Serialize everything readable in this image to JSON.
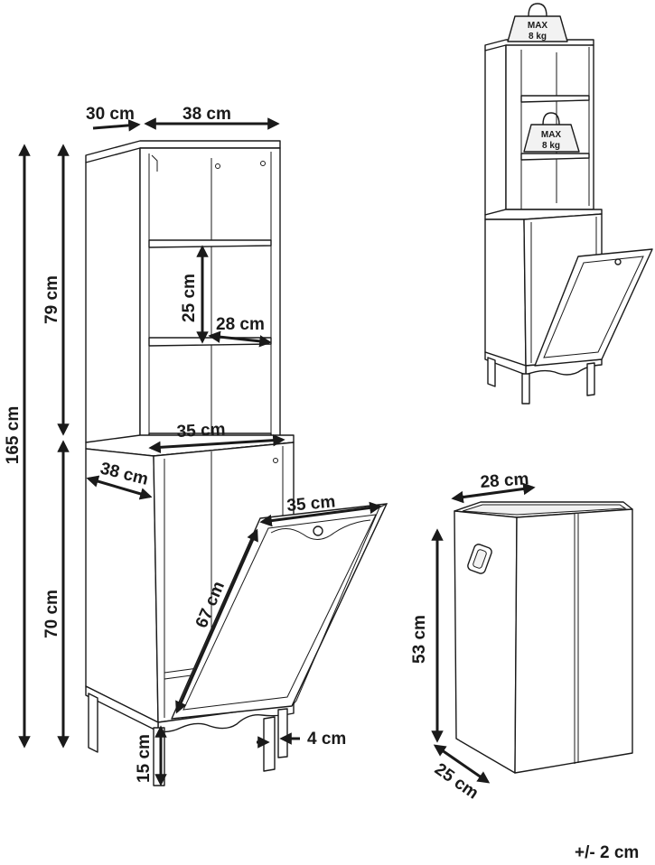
{
  "labels": {
    "depth_top": "30 cm",
    "width_top": "38 cm",
    "total_height": "165 cm",
    "upper_height": "79 cm",
    "shelf_gap": "25 cm",
    "shelf_depth": "28 cm",
    "inner_width": "35 cm",
    "cabinet_depth": "38 cm",
    "lower_height": "70 cm",
    "flap_width": "35 cm",
    "flap_length": "67 cm",
    "leg_width": "4 cm",
    "leg_height": "15 cm",
    "basket_width": "28 cm",
    "basket_height": "53 cm",
    "basket_depth": "25 cm",
    "tolerance": "+/- 2 cm"
  },
  "weights": [
    {
      "line1": "MAX",
      "line2": "8 kg"
    },
    {
      "line1": "MAX",
      "line2": "8 kg"
    }
  ]
}
